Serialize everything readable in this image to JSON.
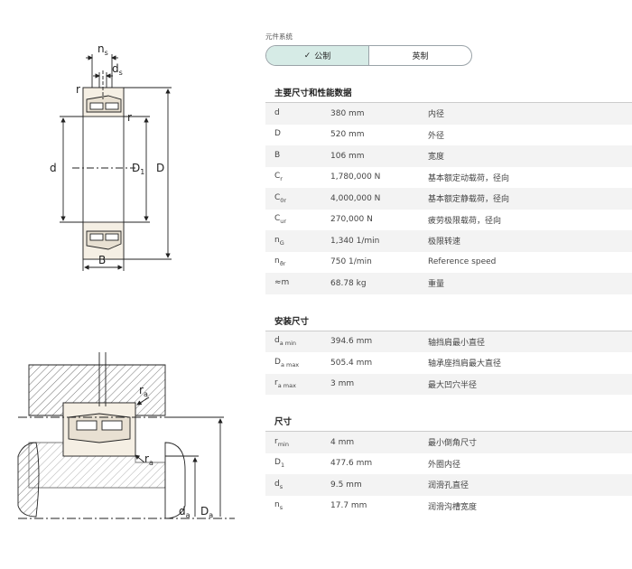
{
  "unit_system": {
    "label": "元件系统",
    "options": [
      {
        "label": "公制",
        "active": true
      },
      {
        "label": "英制",
        "active": false
      }
    ],
    "check_glyph": "✓"
  },
  "drawing_labels": {
    "ns": "n",
    "ns_sub": "s",
    "ds": "d",
    "ds_sub": "s",
    "r": "r",
    "d": "d",
    "D1": "D",
    "D1_sub": "1",
    "D": "D",
    "B": "B",
    "ra": "r",
    "ra_sub": "a",
    "da": "d",
    "da_sub": "a",
    "Da": "D",
    "Da_sub": "a"
  },
  "sections": [
    {
      "title": "主要尺寸和性能数据",
      "rows": [
        {
          "sym": "d",
          "sub": "",
          "val": "380 mm",
          "desc": "内径"
        },
        {
          "sym": "D",
          "sub": "",
          "val": "520 mm",
          "desc": "外径"
        },
        {
          "sym": "B",
          "sub": "",
          "val": "106 mm",
          "desc": "宽度"
        },
        {
          "sym": "C",
          "sub": "r",
          "val": "1,780,000 N",
          "desc": "基本额定动载荷，径向"
        },
        {
          "sym": "C",
          "sub": "0r",
          "val": "4,000,000 N",
          "desc": "基本额定静载荷，径向"
        },
        {
          "sym": "C",
          "sub": "ur",
          "val": "270,000 N",
          "desc": "疲劳极限载荷，径向"
        },
        {
          "sym": "n",
          "sub": "G",
          "val": "1,340 1/min",
          "desc": "极限转速"
        },
        {
          "sym": "n",
          "sub": "ϑr",
          "val": "750 1/min",
          "desc": "Reference speed"
        },
        {
          "sym": "≈m",
          "sub": "",
          "val": "68.78 kg",
          "desc": "重量"
        }
      ]
    },
    {
      "title": "安装尺寸",
      "rows": [
        {
          "sym": "d",
          "sub": "a min",
          "val": "394.6 mm",
          "desc": "轴挡肩最小直径"
        },
        {
          "sym": "D",
          "sub": "a max",
          "val": "505.4 mm",
          "desc": "轴承座挡肩最大直径"
        },
        {
          "sym": "r",
          "sub": "a max",
          "val": "3 mm",
          "desc": "最大凹穴半径"
        }
      ]
    },
    {
      "title": "尺寸",
      "rows": [
        {
          "sym": "r",
          "sub": "min",
          "val": "4 mm",
          "desc": "最小倒角尺寸"
        },
        {
          "sym": "D",
          "sub": "1",
          "val": "477.6 mm",
          "desc": "外圈内径"
        },
        {
          "sym": "d",
          "sub": "s",
          "val": "9.5 mm",
          "desc": "润滑孔直径"
        },
        {
          "sym": "n",
          "sub": "s",
          "val": "17.7 mm",
          "desc": "润滑沟槽宽度"
        }
      ]
    }
  ]
}
